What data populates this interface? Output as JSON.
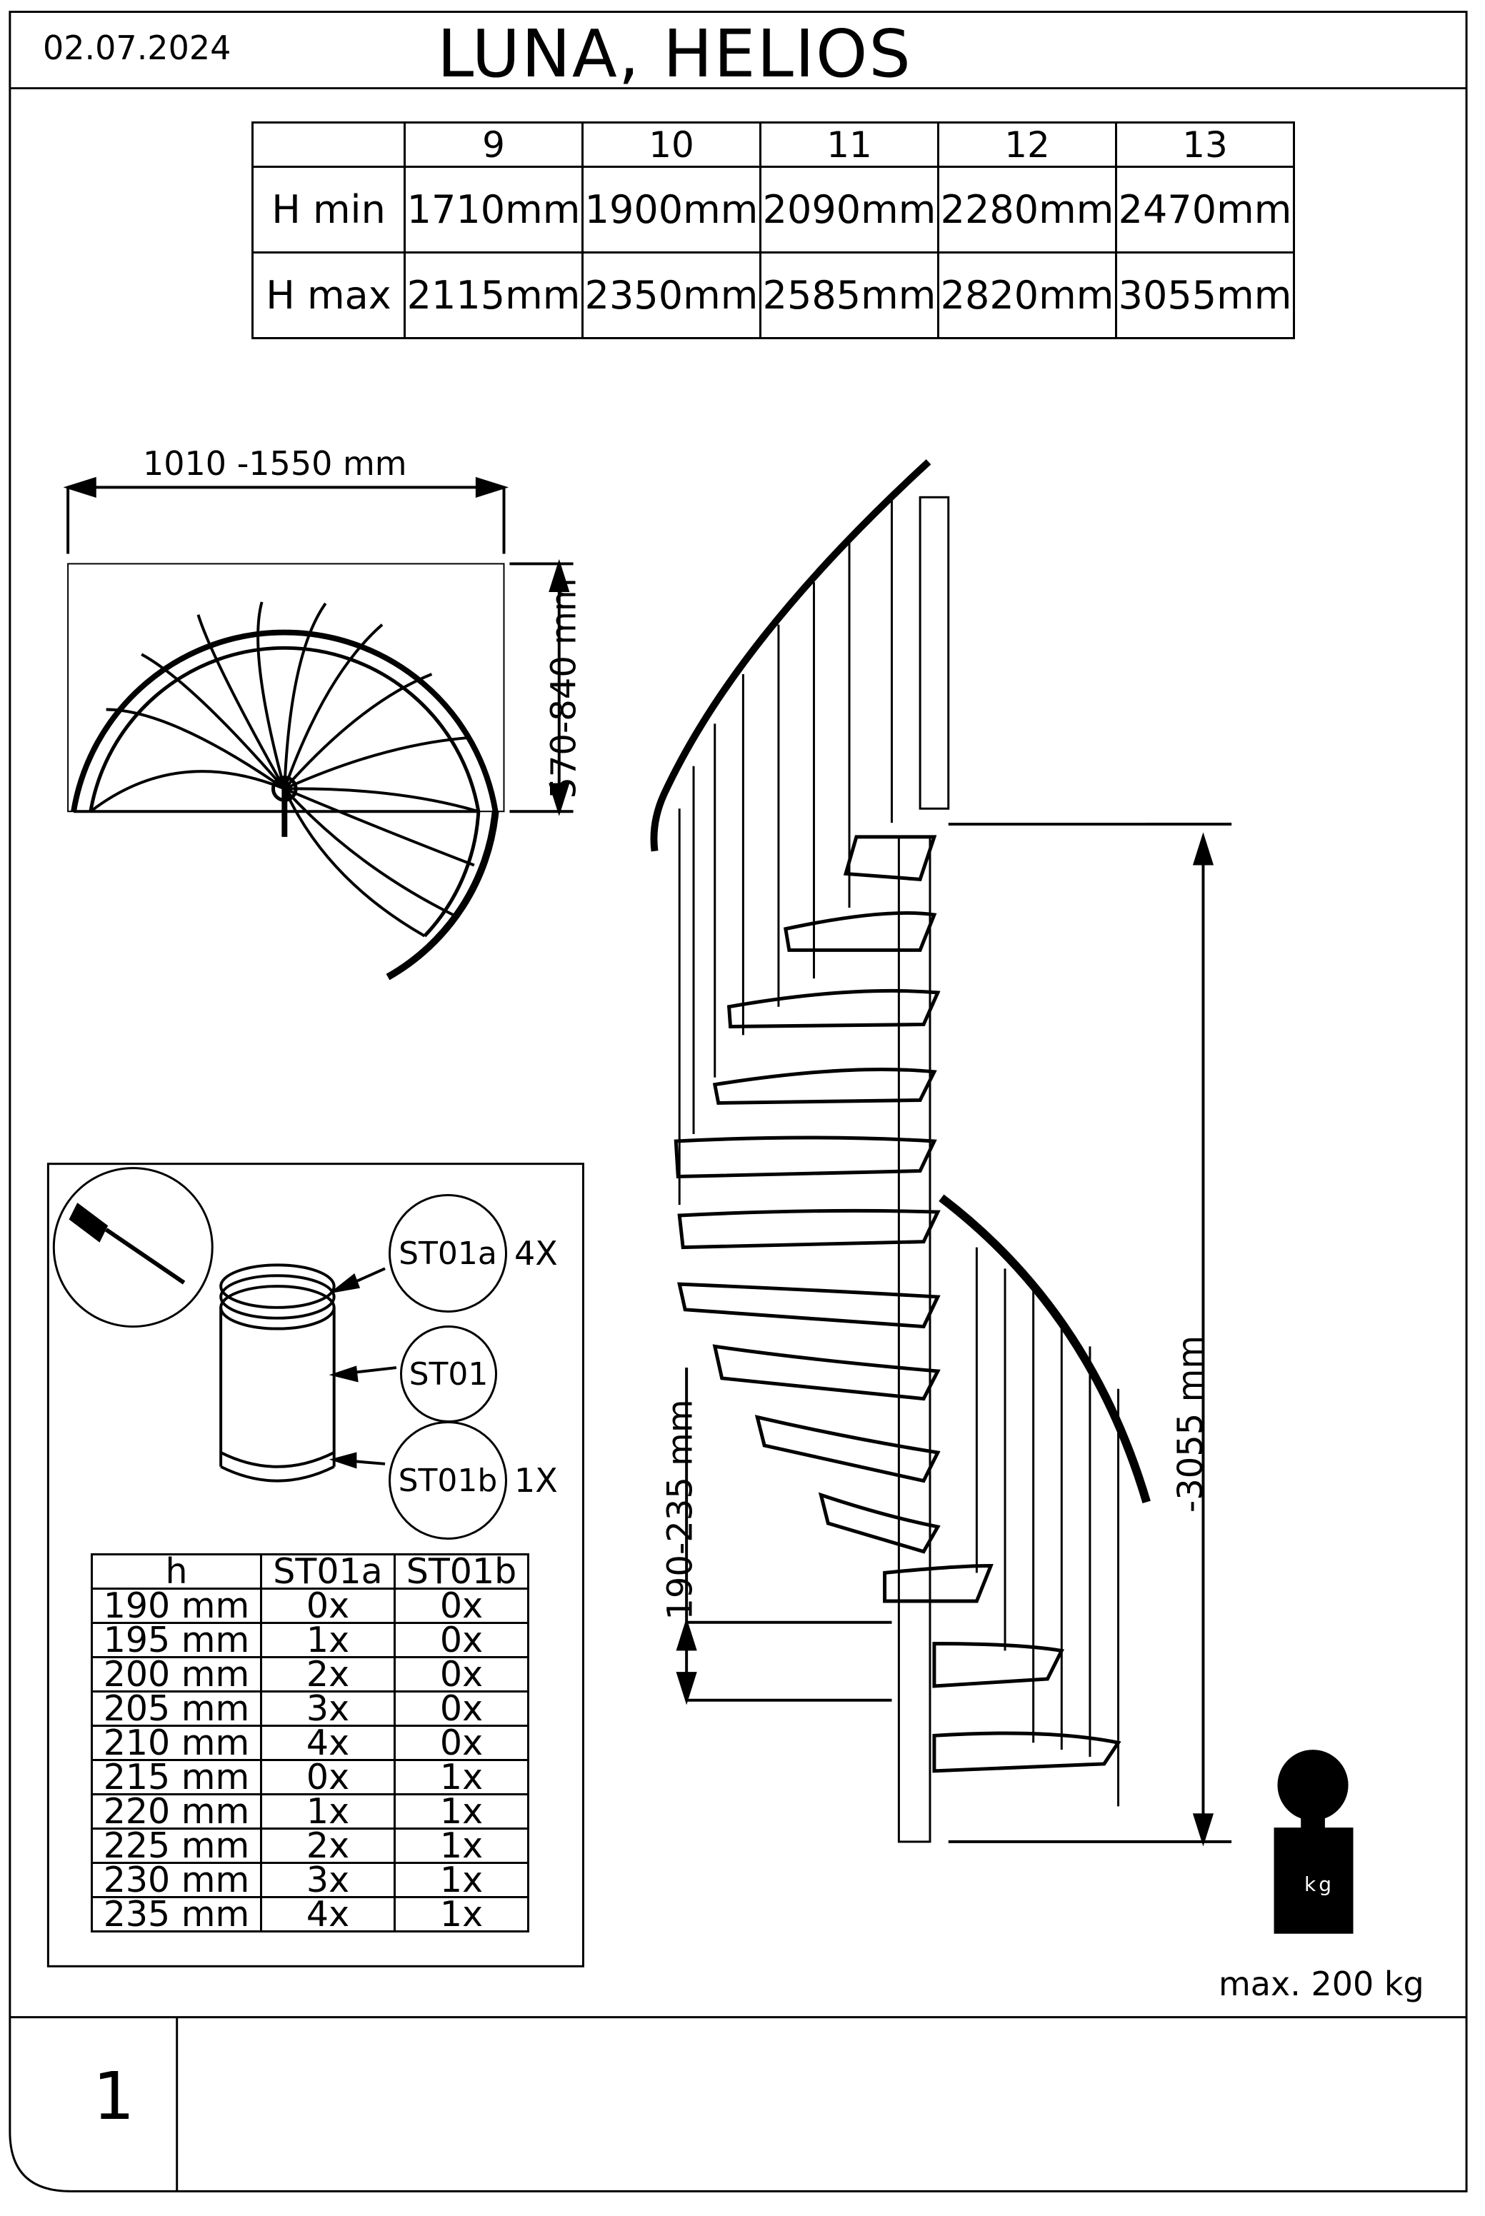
{
  "header": {
    "date": "02.07.2024",
    "title": "LUNA, HELIOS"
  },
  "height_table": {
    "columns": [
      "9",
      "10",
      "11",
      "12",
      "13"
    ],
    "rows": [
      {
        "label": "H min",
        "values": [
          "1710mm",
          "1900mm",
          "2090mm",
          "2280mm",
          "2470mm"
        ]
      },
      {
        "label": "H max",
        "values": [
          "2115mm",
          "2350mm",
          "2585mm",
          "2820mm",
          "3055mm"
        ]
      }
    ]
  },
  "dimensions": {
    "width": "1010 -1550 mm",
    "depth": "570-840 mm",
    "step_height": "190-235 mm",
    "total_height": "-3055 mm"
  },
  "parts": {
    "st01a": {
      "code": "ST01a",
      "qty": "4X"
    },
    "st01": {
      "code": "ST01"
    },
    "st01b": {
      "code": "ST01b",
      "qty": "1X"
    }
  },
  "ring_table": {
    "headers": [
      "h",
      "ST01a",
      "ST01b"
    ],
    "rows": [
      [
        "190 mm",
        "0x",
        "0x"
      ],
      [
        "195 mm",
        "1x",
        "0x"
      ],
      [
        "200 mm",
        "2x",
        "0x"
      ],
      [
        "205 mm",
        "3x",
        "0x"
      ],
      [
        "210 mm",
        "4x",
        "0x"
      ],
      [
        "215 mm",
        "0x",
        "1x"
      ],
      [
        "220 mm",
        "1x",
        "1x"
      ],
      [
        "225 mm",
        "2x",
        "1x"
      ],
      [
        "230 mm",
        "3x",
        "1x"
      ],
      [
        "235 mm",
        "4x",
        "1x"
      ]
    ]
  },
  "weight": {
    "icon": "kg-weight-icon",
    "icon_text": "kg",
    "label": "max. 200 kg"
  },
  "footer": {
    "page_number": "1"
  }
}
